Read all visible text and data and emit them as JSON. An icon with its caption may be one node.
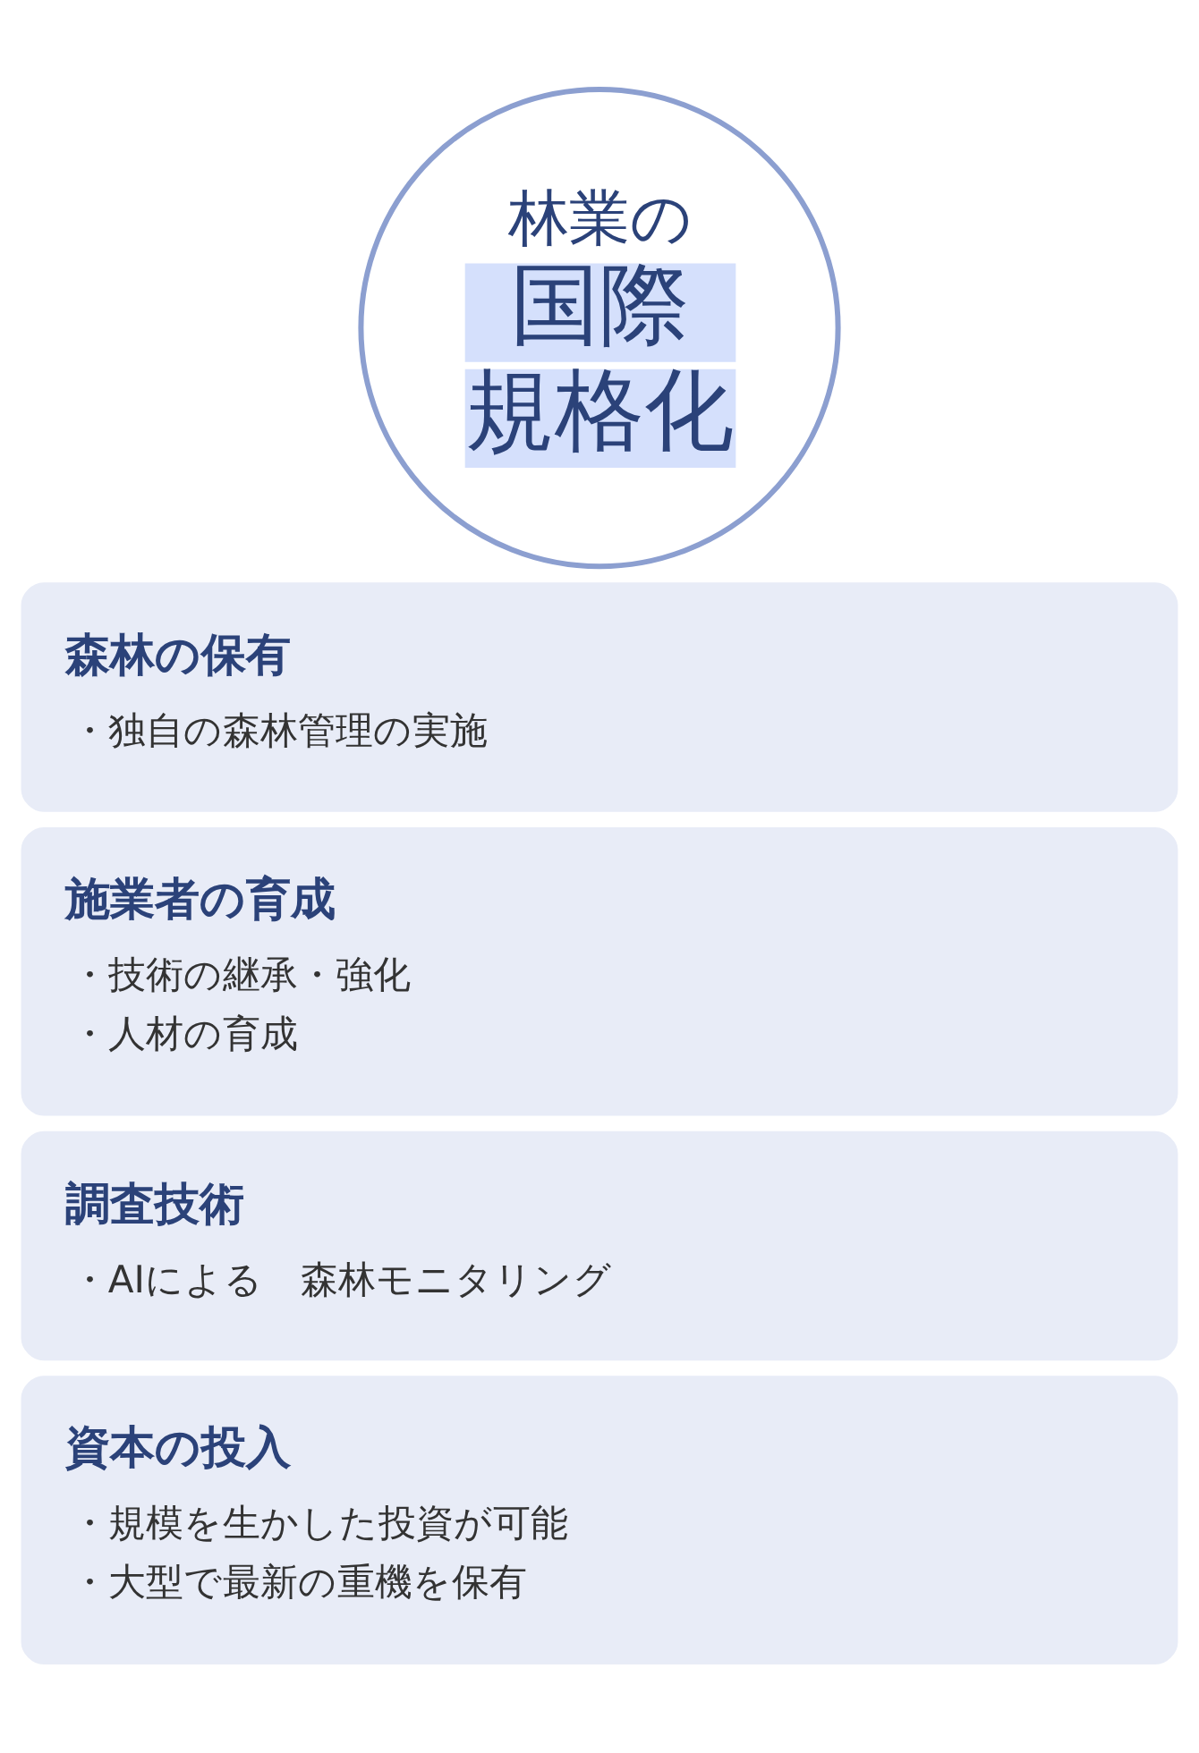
{
  "diagram": {
    "nodes": [
      {
        "text": [
          "林業の",
          "国際規格化"
        ]
      },
      {
        "text": [
          "森林の保有",
          "・独自の森林管理の実施"
        ]
      },
      {
        "text": [
          "施業者の育成",
          "・技術の継承・強化",
          "・人材の育成"
        ]
      },
      {
        "text": [
          "調査技術",
          "・AIによる　森林モニタリング"
        ]
      },
      {
        "text": [
          "資本の投入",
          "・規模を生かした投資が可能",
          "・大型で最新の重機を保有"
        ]
      }
    ]
  }
}
